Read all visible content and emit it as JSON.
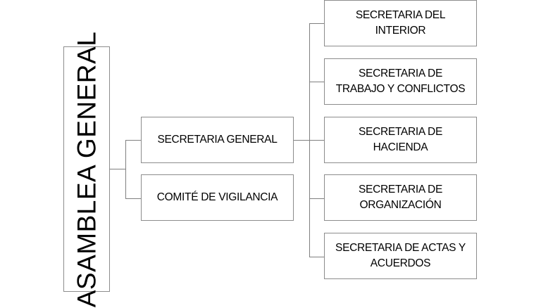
{
  "root": {
    "label": "ASAMBLEA GENERAL"
  },
  "level1": [
    {
      "label": "SECRETARIA GENERAL"
    },
    {
      "label": "COMITÉ DE VIGILANCIA"
    }
  ],
  "level2": [
    {
      "line1": "SECRETARIA DEL",
      "line2": "INTERIOR"
    },
    {
      "line1": "SECRETARIA DE",
      "line2": "TRABAJO Y CONFLICTOS"
    },
    {
      "line1": "SECRETARIA DE",
      "line2": "HACIENDA"
    },
    {
      "line1": "SECRETARIA DE",
      "line2": "ORGANIZACIÓN"
    },
    {
      "line1": "SECRETARIA DE ACTAS Y",
      "line2": "ACUERDOS"
    }
  ]
}
